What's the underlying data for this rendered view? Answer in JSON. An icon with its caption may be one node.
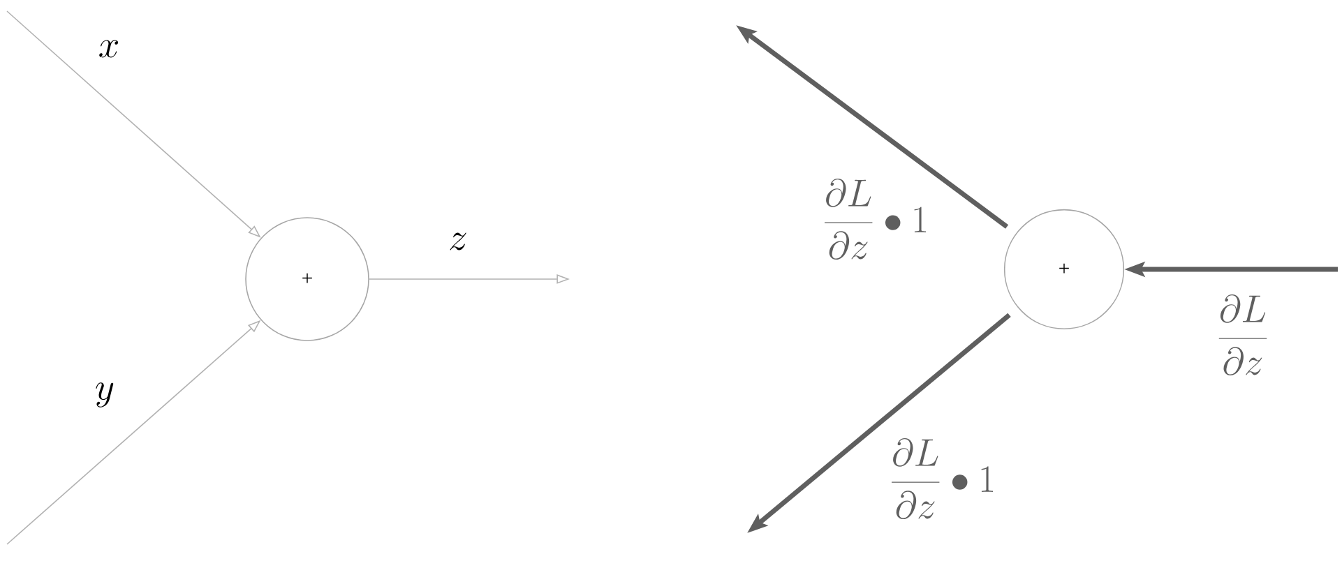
{
  "diagram": {
    "nodes": [
      {
        "text": [
          "+"
        ]
      },
      {
        "text": [
          "+"
        ]
      }
    ],
    "edges": [
      {
        "from": null,
        "to": 0,
        "arrow": "to",
        "label": "x"
      },
      {
        "from": null,
        "to": 0,
        "arrow": "to",
        "label": "y"
      },
      {
        "from": 0,
        "to": null,
        "arrow": "to",
        "label": "z"
      },
      {
        "from": null,
        "to": 1,
        "arrow": "to",
        "label": "\\frac{\\partial L}{\\partial z}",
        "style": "thick",
        "color": "#5f5f5f"
      },
      {
        "from": 1,
        "to": null,
        "arrow": "to",
        "label": "\\frac{\\partial L}{\\partial z} \\bullet 1",
        "style": "thick",
        "color": "#5f5f5f"
      },
      {
        "from": 1,
        "to": null,
        "arrow": "to",
        "label": "\\frac{\\partial L}{\\partial z} \\bullet 1",
        "style": "thick",
        "color": "#5f5f5f"
      }
    ]
  }
}
